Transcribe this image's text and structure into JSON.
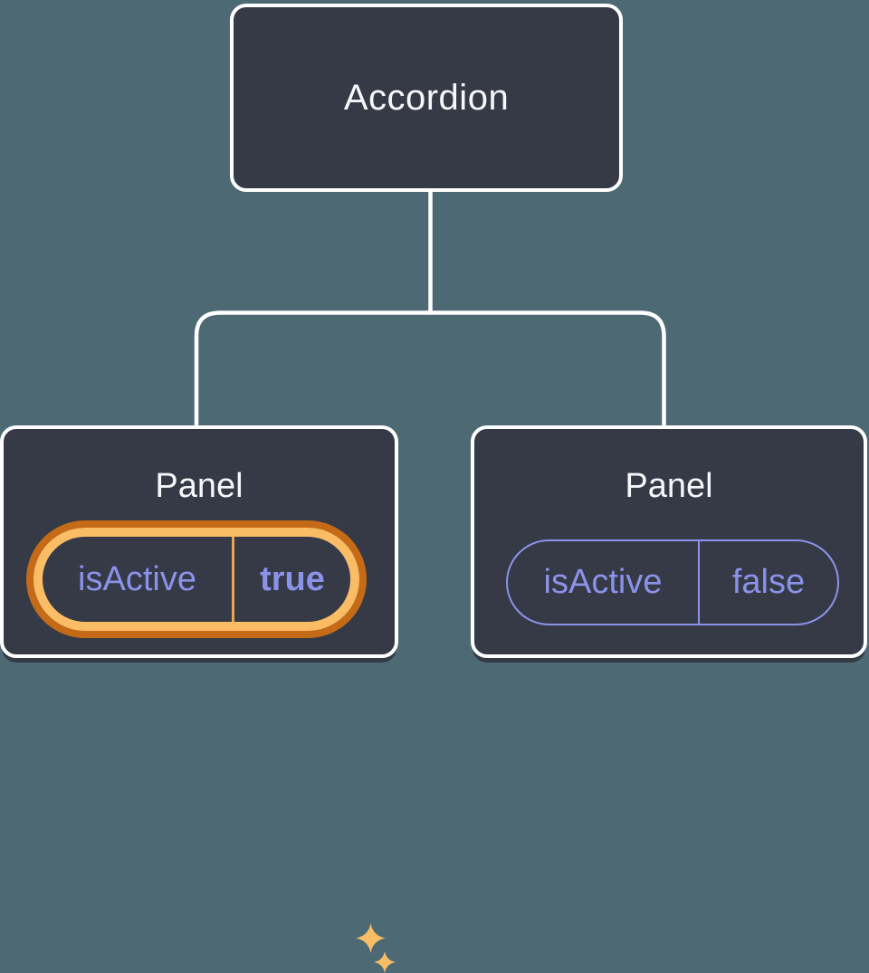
{
  "diagram": {
    "root": {
      "label": "Accordion"
    },
    "children": [
      {
        "label": "Panel",
        "state": {
          "key": "isActive",
          "value": "true"
        },
        "highlighted": true
      },
      {
        "label": "Panel",
        "state": {
          "key": "isActive",
          "value": "false"
        },
        "highlighted": false
      }
    ]
  },
  "colors": {
    "background": "#4D6A74",
    "node_fill": "#353A46",
    "node_border": "#FFFFFF",
    "title_text": "#F6F7F9",
    "state_purple": "#8B92E9",
    "glow_outer_orange": "#C56B18",
    "glow_inner_orange": "#FABD66",
    "divider_amber": "#E8A44F",
    "sparkle_orange": "#F8BE67"
  },
  "icons": {
    "sparkle_big": "sparkle-icon",
    "sparkle_small": "sparkle-icon"
  }
}
